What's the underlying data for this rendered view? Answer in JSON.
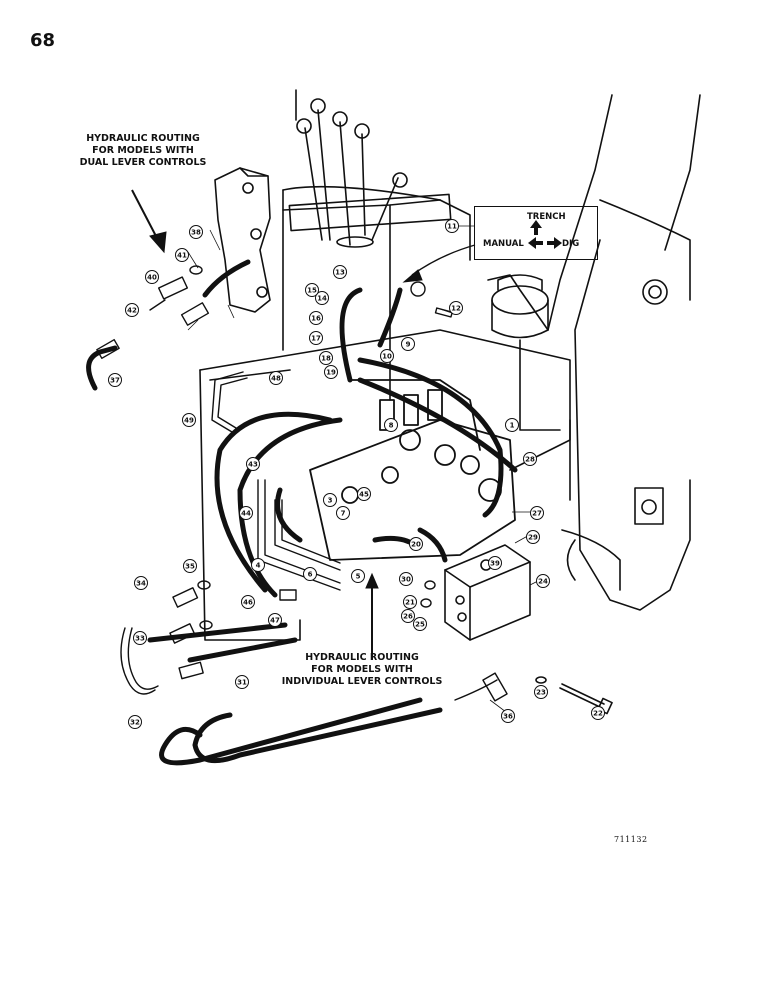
{
  "page_number": "68",
  "figure_id": "711132",
  "callouts": {
    "dual_line1": "HYDRAULIC ROUTING",
    "dual_line2": "FOR MODELS WITH",
    "dual_line3": "DUAL LEVER CONTROLS",
    "individual_line1": "HYDRAULIC ROUTING",
    "individual_line2": "FOR MODELS WITH",
    "individual_line3": "INDIVIDUAL LEVER CONTROLS"
  },
  "decal": {
    "trench": "TRENCH",
    "manual": "MANUAL",
    "dig": "DIG"
  },
  "part_labels": [
    "1",
    "3",
    "4",
    "5",
    "6",
    "7",
    "8",
    "9",
    "10",
    "11",
    "12",
    "13",
    "14",
    "15",
    "16",
    "17",
    "18",
    "19",
    "20",
    "21",
    "22",
    "23",
    "24",
    "25",
    "26",
    "27",
    "28",
    "29",
    "30",
    "31",
    "32",
    "33",
    "34",
    "35",
    "36",
    "37",
    "38",
    "39",
    "40",
    "41",
    "42",
    "43",
    "44",
    "45",
    "46",
    "47",
    "48",
    "49"
  ],
  "icon_names": [
    "arrow-down-left-icon",
    "arrow-up-icon",
    "arrow-left-icon",
    "arrow-right-icon"
  ]
}
